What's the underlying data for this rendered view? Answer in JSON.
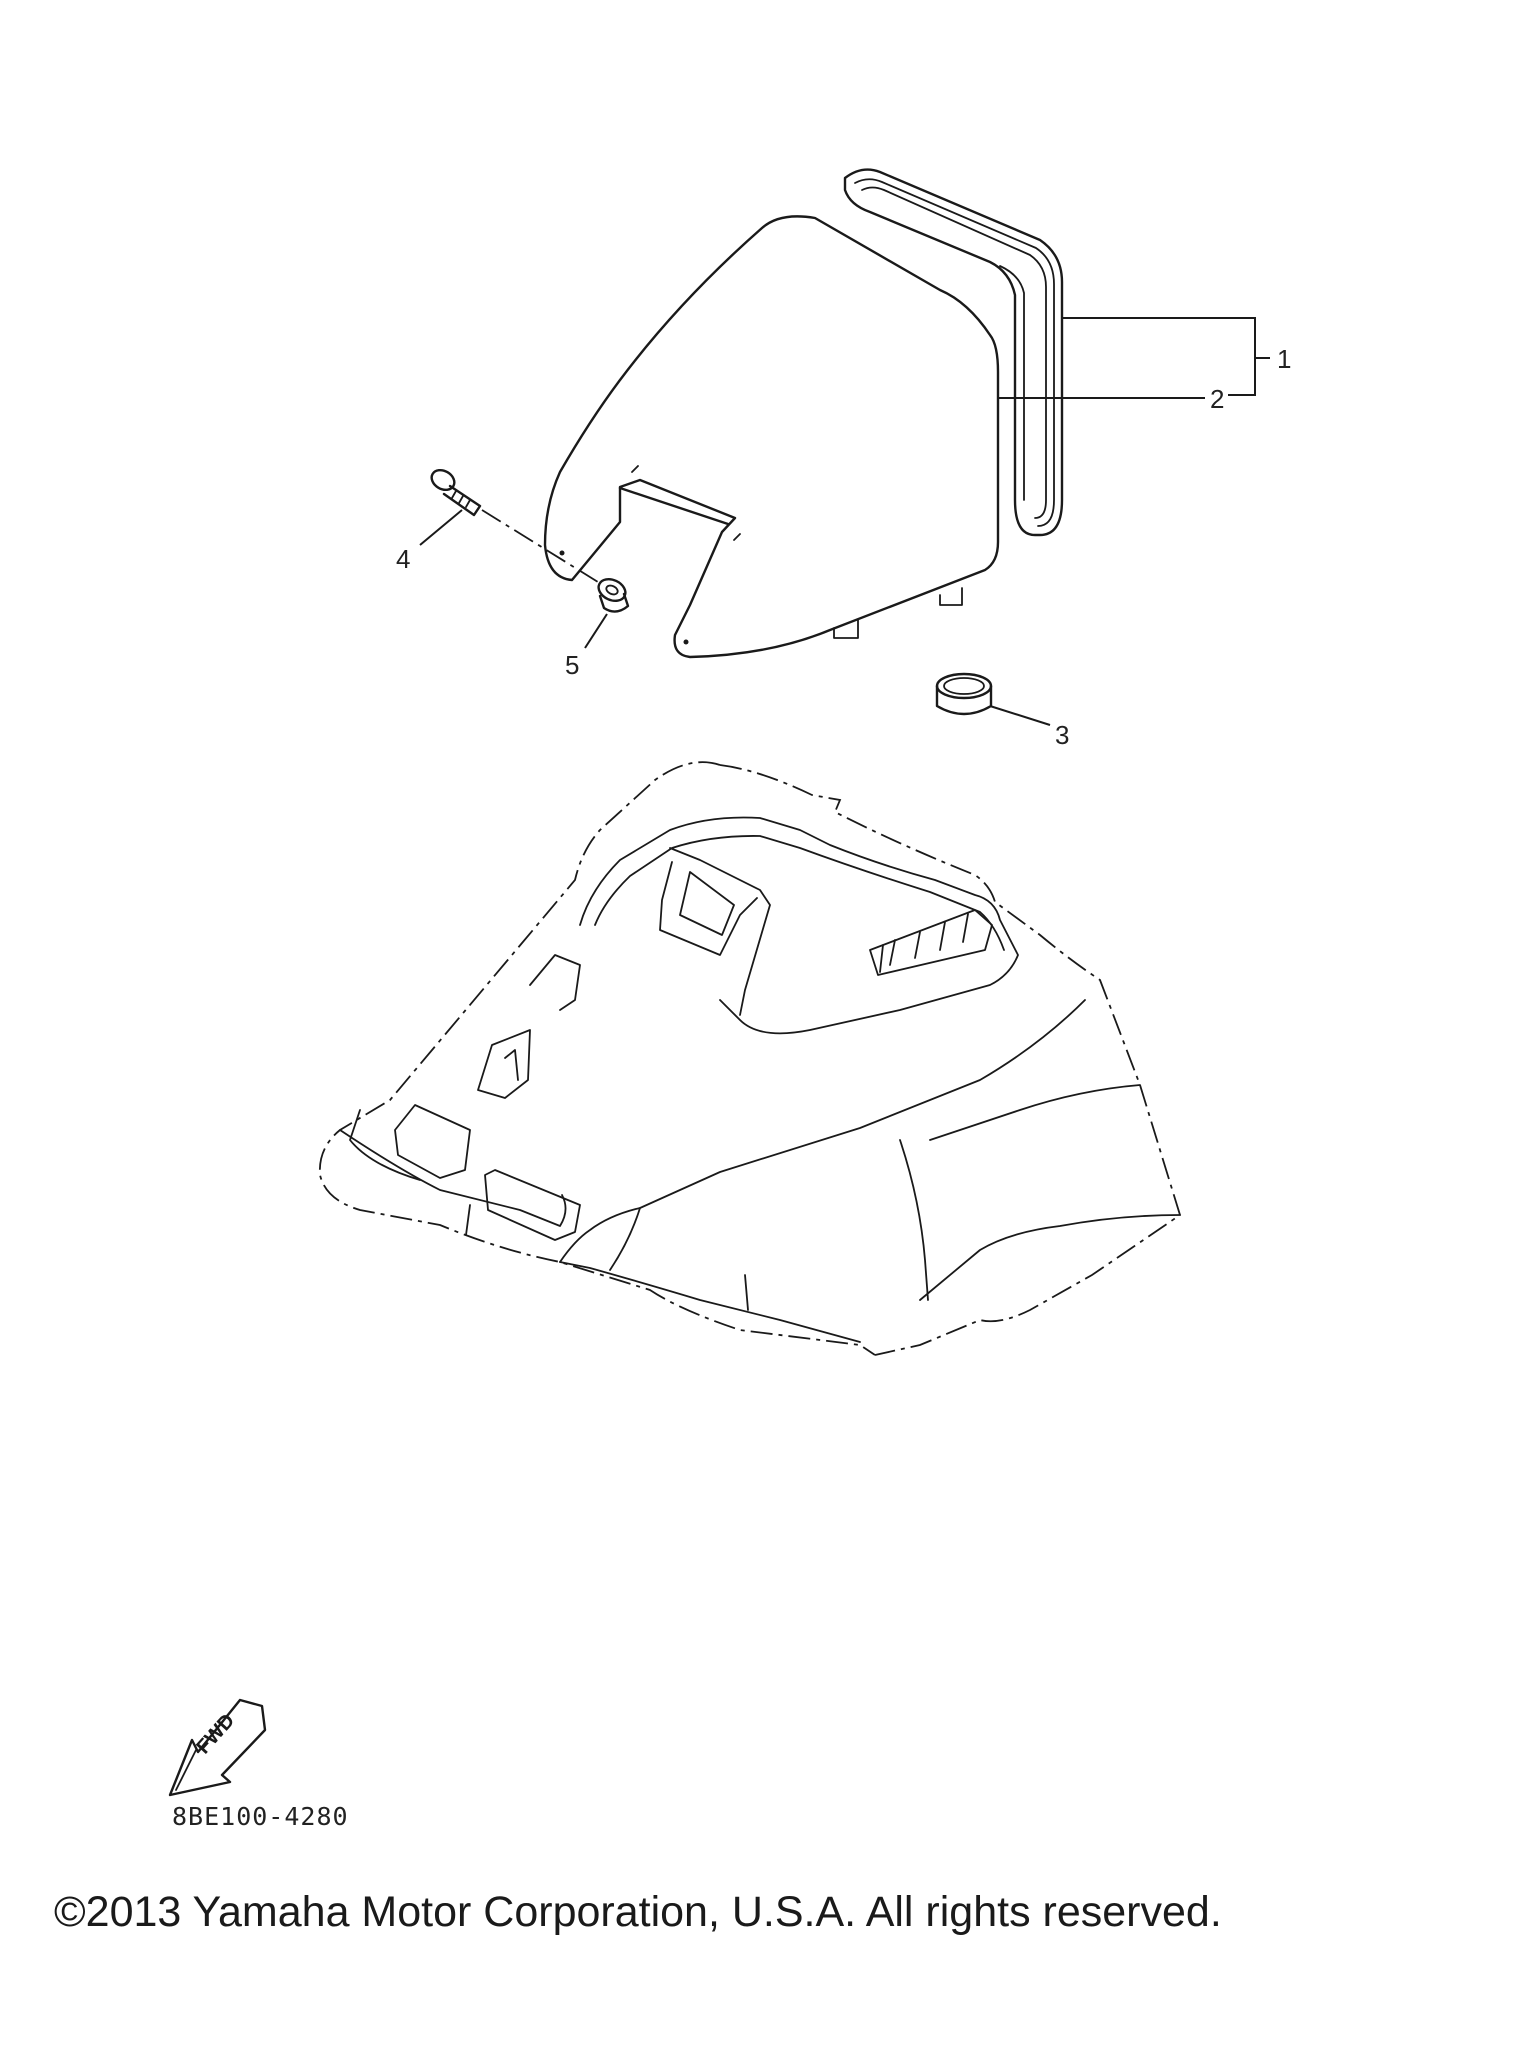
{
  "callouts": {
    "c1": "1",
    "c2": "2",
    "c3": "3",
    "c4": "4",
    "c5": "5"
  },
  "fwd_label": "FWD",
  "diagram_code": "8BE100-4280",
  "copyright": "©2013 Yamaha Motor Corporation, U.S.A. All rights reserved."
}
